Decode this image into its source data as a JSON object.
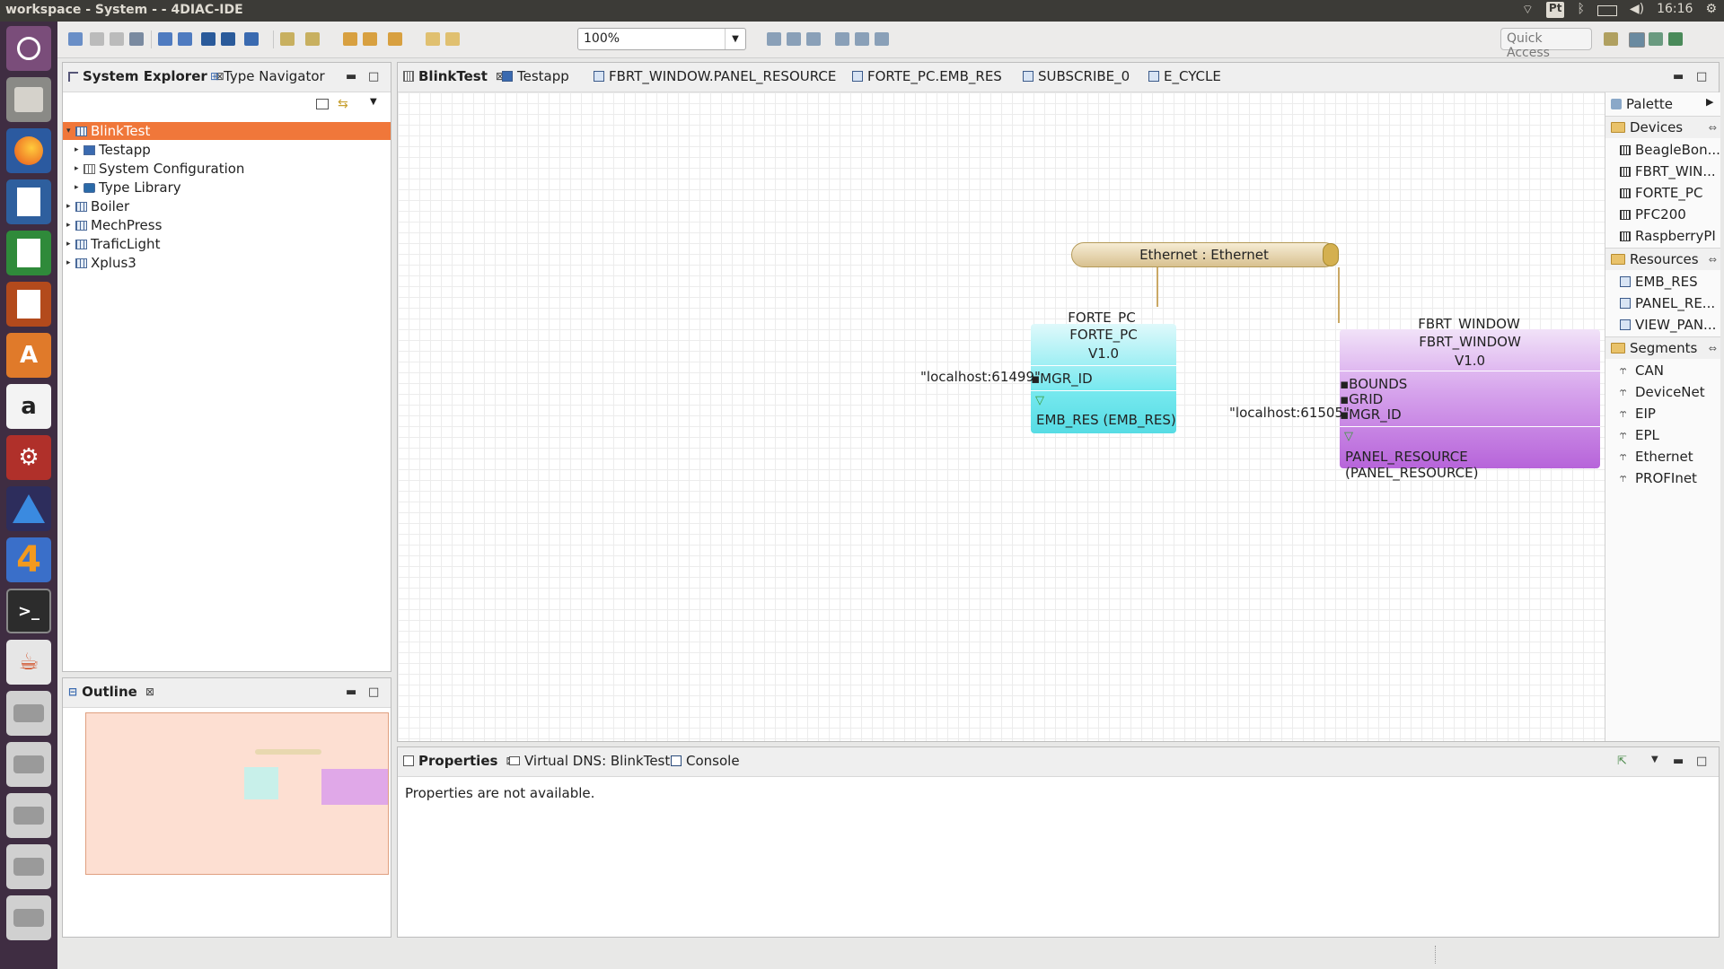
{
  "os": {
    "window_title": "workspace - System - - 4DIAC-IDE",
    "keyboard_layout": "Pt",
    "clock": "16:16"
  },
  "launcher_items": [
    "ubuntu-dash",
    "files",
    "firefox",
    "writer",
    "calc",
    "impress",
    "software-center",
    "amazon",
    "system-settings",
    "cmake",
    "4diac",
    "terminal",
    "java",
    "drive-1",
    "drive-2",
    "drive-3",
    "drive-4",
    "drive-5"
  ],
  "toolbar": {
    "zoom_value": "100%",
    "quick_access_placeholder": "Quick Access"
  },
  "system_explorer": {
    "tabs": [
      {
        "label": "System Explorer",
        "active": true
      },
      {
        "label": "Type Navigator",
        "active": false
      }
    ],
    "tree": [
      {
        "label": "BlinkTest",
        "level": 0,
        "selected": true,
        "expanded": true
      },
      {
        "label": "Testapp",
        "level": 1
      },
      {
        "label": "System Configuration",
        "level": 1
      },
      {
        "label": "Type Library",
        "level": 1
      },
      {
        "label": "Boiler",
        "level": 0
      },
      {
        "label": "MechPress",
        "level": 0
      },
      {
        "label": "TraficLight",
        "level": 0
      },
      {
        "label": "Xplus3",
        "level": 0
      }
    ]
  },
  "outline": {
    "tab_label": "Outline"
  },
  "editor": {
    "tabs": [
      {
        "label": "BlinkTest",
        "active": true
      },
      {
        "label": "Testapp"
      },
      {
        "label": "FBRT_WINDOW.PANEL_RESOURCE"
      },
      {
        "label": "FORTE_PC.EMB_RES"
      },
      {
        "label": "SUBSCRIBE_0"
      },
      {
        "label": "E_CYCLE"
      }
    ],
    "segment": {
      "label": "Ethernet : Ethernet"
    },
    "devices": [
      {
        "instance": "FORTE_PC",
        "type": "FORTE_PC",
        "version": "V1.0",
        "params": [
          "MGR_ID"
        ],
        "param_value": "\"localhost:61499\"",
        "resource": "EMB_RES (EMB_RES)",
        "color": "#62e6ec"
      },
      {
        "instance": "FBRT_WINDOW",
        "type": "FBRT_WINDOW",
        "version": "V1.0",
        "params": [
          "BOUNDS",
          "GRID",
          "MGR_ID"
        ],
        "param_value": "\"localhost:61505\"",
        "resource": "PANEL_RESOURCE (PANEL_RESOURCE)",
        "color": "#c67be0"
      }
    ]
  },
  "palette": {
    "title": "Palette",
    "sections": [
      {
        "label": "Devices",
        "items": [
          "BeagleBon...",
          "FBRT_WIN...",
          "FORTE_PC",
          "PFC200",
          "RaspberryPI"
        ]
      },
      {
        "label": "Resources",
        "items": [
          "EMB_RES",
          "PANEL_RE...",
          "VIEW_PAN..."
        ]
      },
      {
        "label": "Segments",
        "items": [
          "CAN",
          "DeviceNet",
          "EIP",
          "EPL",
          "Ethernet",
          "PROFInet"
        ]
      }
    ]
  },
  "bottom": {
    "tabs": [
      {
        "label": "Properties",
        "active": true
      },
      {
        "label": "Virtual DNS: BlinkTest"
      },
      {
        "label": "Console"
      }
    ],
    "message": "Properties are not available."
  },
  "colors": {
    "selection": "#f0773a",
    "launcher_bg": "#3f2d42",
    "topbar_bg": "#3c3b37"
  }
}
